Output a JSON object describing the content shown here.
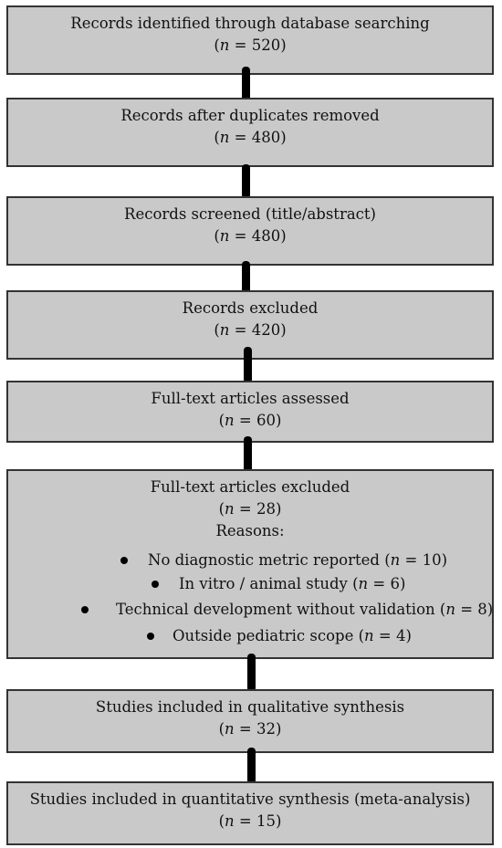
{
  "boxes": [
    {
      "title": "Records identified through database searching",
      "n": "520"
    },
    {
      "title": "Records after duplicates removed",
      "n": "480"
    },
    {
      "title": "Records screened (title/abstract)",
      "n": "480"
    },
    {
      "title": "Records excluded",
      "n": "420"
    },
    {
      "title": "Full-text articles assessed",
      "n": "60"
    },
    {
      "title": "Full-text articles excluded",
      "n": "28"
    },
    {
      "title": "Studies included in qualitative synthesis",
      "n": "32"
    },
    {
      "title": "Studies included in quantitative synthesis (meta-analysis)",
      "n": "15"
    }
  ],
  "n_label": "n",
  "n_sep": " = ",
  "reasons_heading": "Reasons:",
  "reasons": [
    {
      "text": "No diagnostic metric reported",
      "n": "10"
    },
    {
      "text": "In vitro / animal study",
      "n": "6"
    },
    {
      "text": "Technical development without validation",
      "n": "8"
    },
    {
      "text": "Outside pediatric scope",
      "n": "4"
    }
  ]
}
